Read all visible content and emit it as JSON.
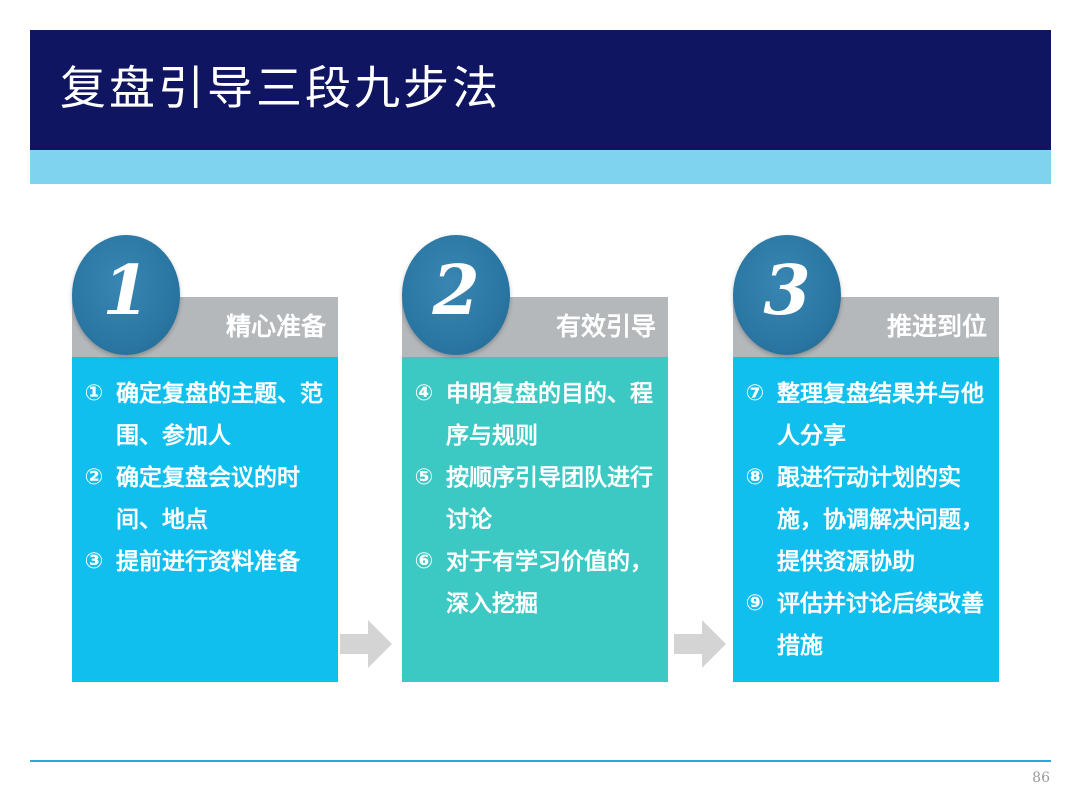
{
  "slide": {
    "title": "复盘引导三段九步法",
    "page_number": "86"
  },
  "colors": {
    "title_bg": "#0f1560",
    "title_stripe": "#7fd3ee",
    "header_gray": "#b4b8bb",
    "circle_blue": "#2b77a3",
    "column_1_body": "#10bfee",
    "column_2_body": "#3cc9c4",
    "column_3_body": "#10bfee",
    "footer_line": "#2aa7d8"
  },
  "columns": [
    {
      "number": "1",
      "label": "精心准备",
      "steps": [
        {
          "num": "①",
          "text": "确定复盘的主题、范围、参加人"
        },
        {
          "num": "②",
          "text": "确定复盘会议的时间、地点"
        },
        {
          "num": "③",
          "text": "提前进行资料准备"
        }
      ]
    },
    {
      "number": "2",
      "label": "有效引导",
      "steps": [
        {
          "num": "④",
          "text": "申明复盘的目的、程序与规则"
        },
        {
          "num": "⑤",
          "text": "按顺序引导团队进行讨论"
        },
        {
          "num": "⑥",
          "text": "对于有学习价值的，深入挖掘"
        }
      ]
    },
    {
      "number": "3",
      "label": "推进到位",
      "steps": [
        {
          "num": "⑦",
          "text": "整理复盘结果并与他人分享"
        },
        {
          "num": "⑧",
          "text": "跟进行动计划的实施，协调解决问题，提供资源协助"
        },
        {
          "num": "⑨",
          "text": "评估并讨论后续改善措施"
        }
      ]
    }
  ],
  "icons": {
    "arrow": "right-arrow-icon"
  }
}
